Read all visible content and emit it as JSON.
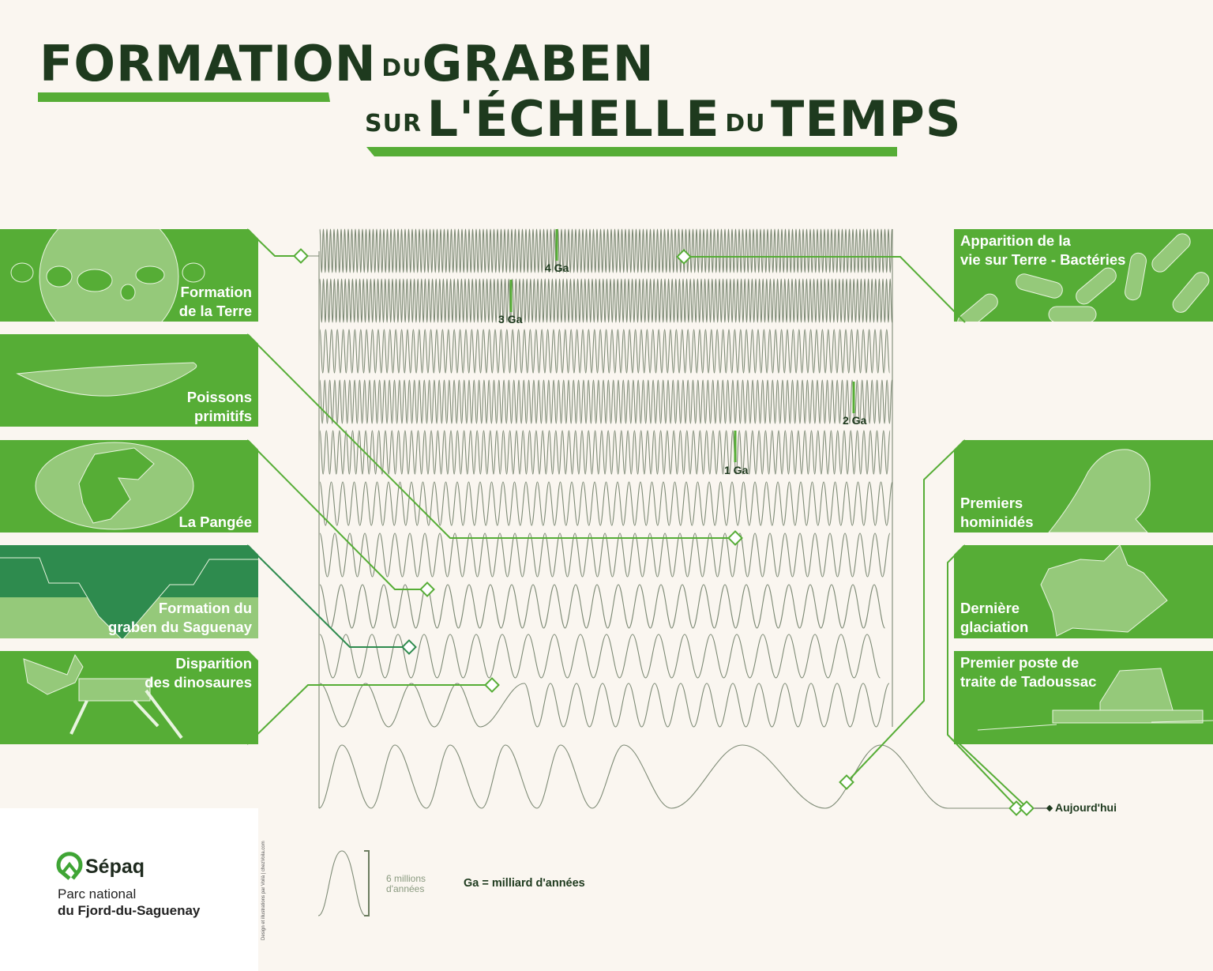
{
  "title": {
    "line1_part1": "FORMATION",
    "line1_small": "DU",
    "line1_part2": "GRABEN",
    "line2_small1": "SUR",
    "line2_part1": "L'ÉCHELLE",
    "line2_small2": "DU",
    "line2_part2": "TEMPS"
  },
  "colors": {
    "background": "#faf6f0",
    "title": "#1e3a1e",
    "accent_green": "#56ad36",
    "dark_green": "#2e8b4e",
    "illustration_green": "#95c97a",
    "wave_line": "#7d8a75"
  },
  "left_panels": [
    {
      "label_1": "Formation",
      "label_2": "de la Terre",
      "illustration": "earth-icon"
    },
    {
      "label_1": "Poissons",
      "label_2": "primitifs",
      "illustration": "fish-icon"
    },
    {
      "label_1": "",
      "label_2": "La Pangée",
      "illustration": "pangaea-map-icon"
    },
    {
      "label_1": "Formation du",
      "label_2": "graben du Saguenay",
      "illustration": "graben-icon"
    },
    {
      "label_1": "Disparition",
      "label_2": "des dinosaures",
      "illustration": "dinosaur-skeleton-icon"
    }
  ],
  "right_panels": [
    {
      "label_1": "Apparition de la",
      "label_2": "vie sur Terre - Bactéries",
      "illustration": "bacteria-icon"
    },
    {
      "label_1": "Premiers",
      "label_2": "hominidés",
      "illustration": "hominid-icon"
    },
    {
      "label_1": "Dernière",
      "label_2": "glaciation",
      "illustration": "ice-sheet-map-icon"
    },
    {
      "label_1": "Premier poste de",
      "label_2": "traite de Tadoussac",
      "illustration": "trading-post-icon"
    }
  ],
  "ga_markers": [
    "4 Ga",
    "3 Ga",
    "2 Ga",
    "1 Ga"
  ],
  "today_label": "Aujourd'hui",
  "legend": {
    "scale_line1": "6 millions",
    "scale_line2": "d'années",
    "ga_definition": "Ga = milliard d'années"
  },
  "logo": {
    "brand": "Sépaq",
    "park_line1": "Parc national",
    "park_line2": "du Fjord-du-Saguenay"
  },
  "credit": "Design et illustrations par Voilà | chezVoila.com"
}
